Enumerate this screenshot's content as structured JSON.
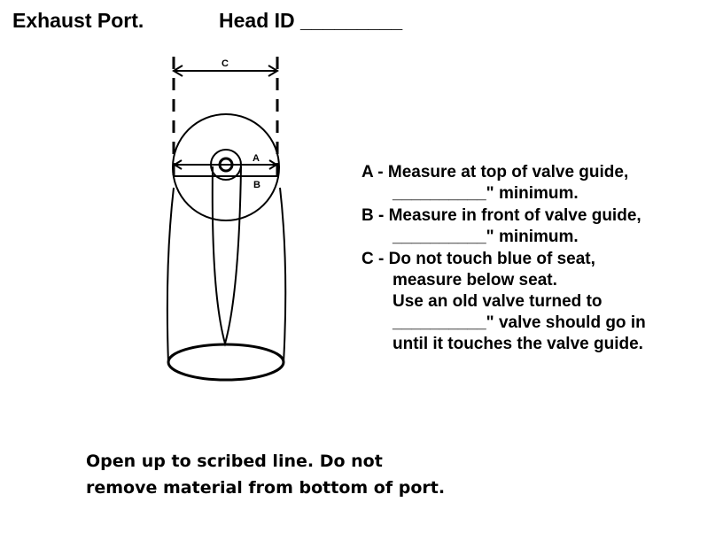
{
  "header": {
    "title": "Exhaust Port.",
    "head_id_label": "Head ID _________"
  },
  "diagram": {
    "label_c": "C",
    "label_a": "A",
    "label_b": "B"
  },
  "notes": {
    "a_line1": "A - Measure at top of valve guide,",
    "a_line2": "__________\" minimum.",
    "b_line1": "B - Measure in front of valve guide,",
    "b_line2": "__________\" minimum.",
    "c_line1": "C - Do not touch blue of seat,",
    "c_line2": "measure below seat.",
    "c_line3": "Use an old valve turned to",
    "c_line4": "__________\" valve should go in",
    "c_line5": "until it touches the valve guide."
  },
  "footer": {
    "line1": "Open up to scribed line. Do not",
    "line2": "remove material from bottom of port."
  }
}
